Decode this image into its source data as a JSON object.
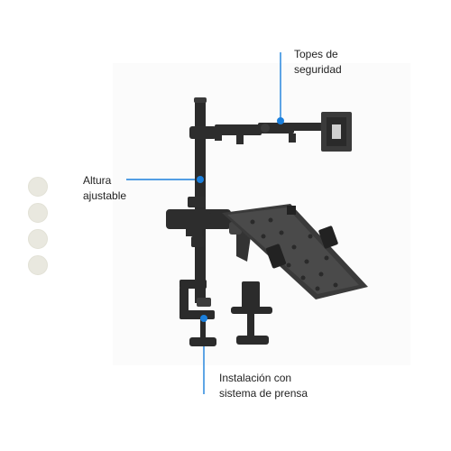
{
  "callouts": {
    "top": {
      "line1": "Topes de",
      "line2": "seguridad"
    },
    "middle": {
      "line1": "Altura",
      "line2": "ajustable"
    },
    "bottom": {
      "line1": "Instalación con",
      "line2": "sistema de prensa"
    }
  },
  "colors": {
    "accent": "#1a7fdc",
    "metal": "#2d2d2d",
    "dot": "#e9e8df"
  },
  "swatches": 4
}
